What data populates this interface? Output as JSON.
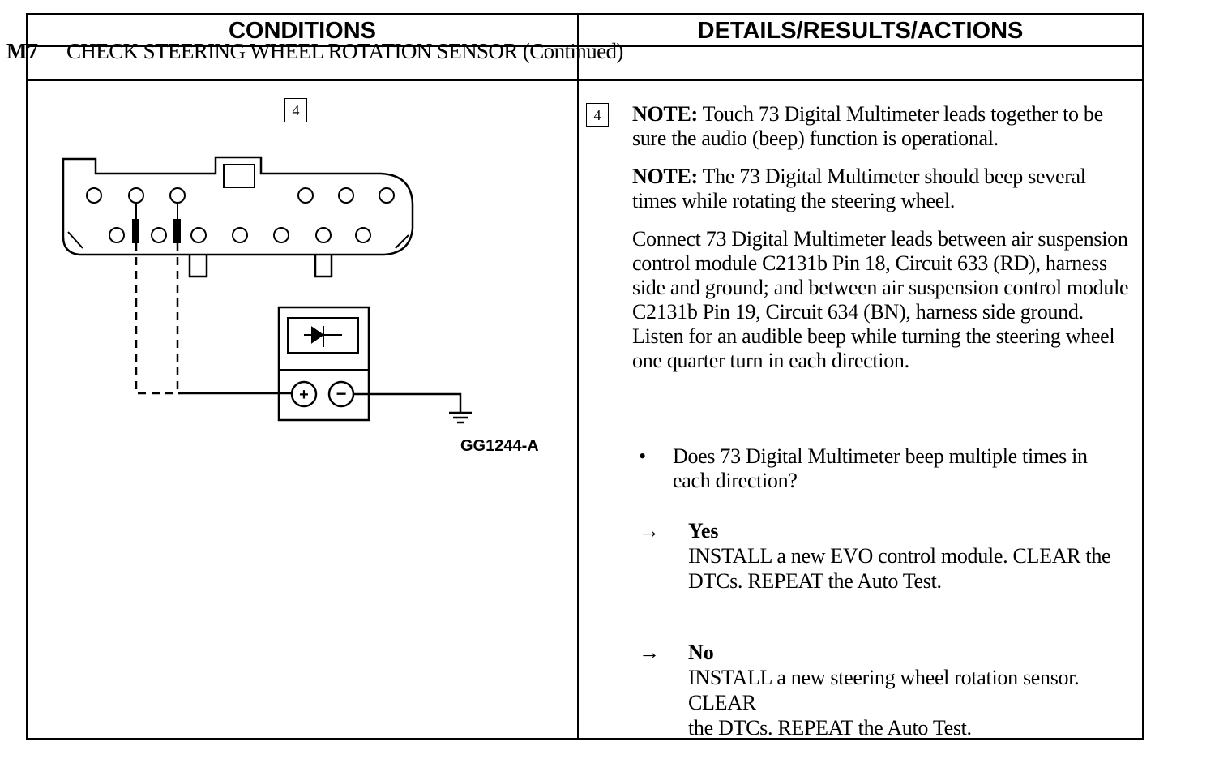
{
  "header": {
    "conditions": "CONDITIONS",
    "details": "DETAILS/RESULTS/ACTIONS"
  },
  "step": {
    "code": "M7",
    "title": "CHECK STEERING WHEEL ROTATION SENSOR (Continued)"
  },
  "figure": {
    "step_box": "4",
    "label": "GG1244-A",
    "meter_plus": "+",
    "meter_minus": "−"
  },
  "details": {
    "step_box": "4",
    "note1_prefix": "NOTE:",
    "note1_text": " Touch 73 Digital Multimeter leads together to be sure the audio (beep) function is operational.",
    "note2_prefix": "NOTE:",
    "note2_text": " The 73 Digital Multimeter should beep several times while rotating the steering wheel.",
    "instruction": "Connect 73 Digital Multimeter leads between air suspension control module C2131b Pin 18, Circuit 633 (RD), harness side and ground; and between air suspension control module C2131b Pin 19, Circuit 634 (BN), harness side ground. Listen for an  audible beep while turning the steering wheel one quarter turn in each direction.",
    "bullet": "•",
    "question": "Does 73 Digital Multimeter beep multiple times in each direction?",
    "answers": [
      {
        "arrow": "→",
        "label": "Yes",
        "action": "INSTALL a new EVO control module. CLEAR the DTCs. REPEAT the Auto Test."
      },
      {
        "arrow": "→",
        "label": "No",
        "action_line1": "INSTALL a new steering wheel rotation sensor. CLEAR",
        "action_line2": "the DTCs. REPEAT the Auto Test."
      }
    ]
  }
}
